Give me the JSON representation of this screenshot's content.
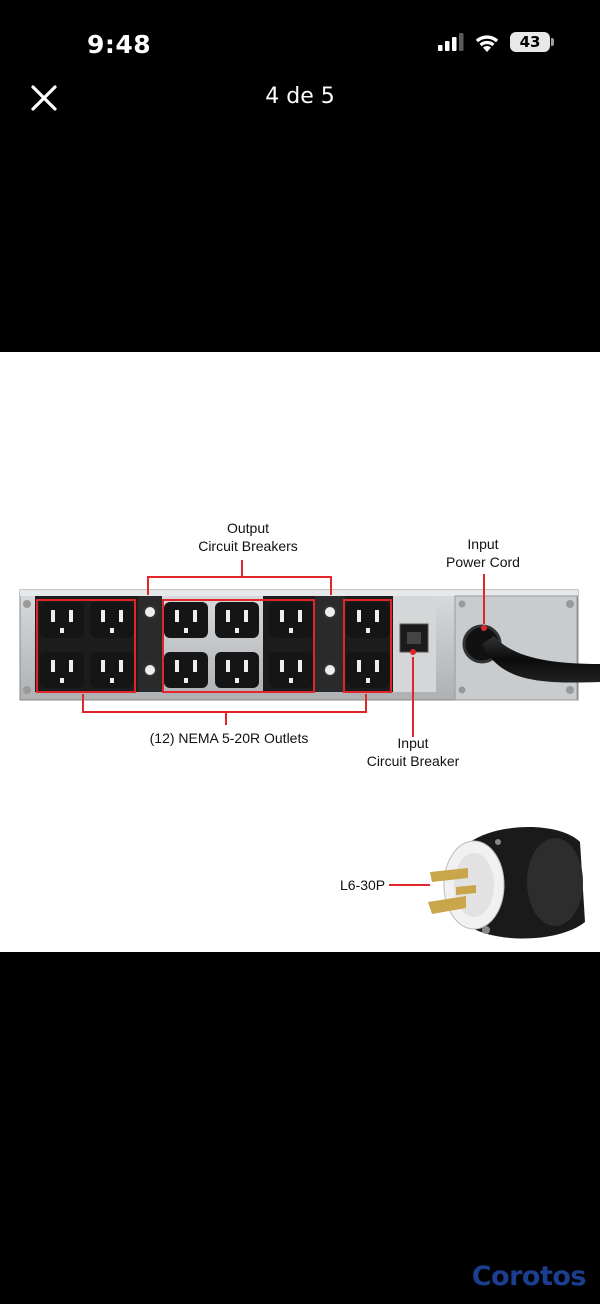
{
  "status_bar": {
    "time": "9:48",
    "battery_level": "43",
    "signal_icon": "cellular-signal-icon",
    "wifi_icon": "wifi-icon"
  },
  "nav": {
    "close_icon": "close-icon",
    "title": "4 de 5"
  },
  "photo": {
    "labels": {
      "output_breakers_1": "Output",
      "output_breakers_2": "Circuit Breakers",
      "input_cord_1": "Input",
      "input_cord_2": "Power Cord",
      "outlets": "(12) NEMA 5-20R Outlets",
      "input_breaker_1": "Input",
      "input_breaker_2": "Circuit Breaker",
      "plug": "L6-30P"
    },
    "accent_color": "#e0262a"
  },
  "watermark": "Corotos"
}
